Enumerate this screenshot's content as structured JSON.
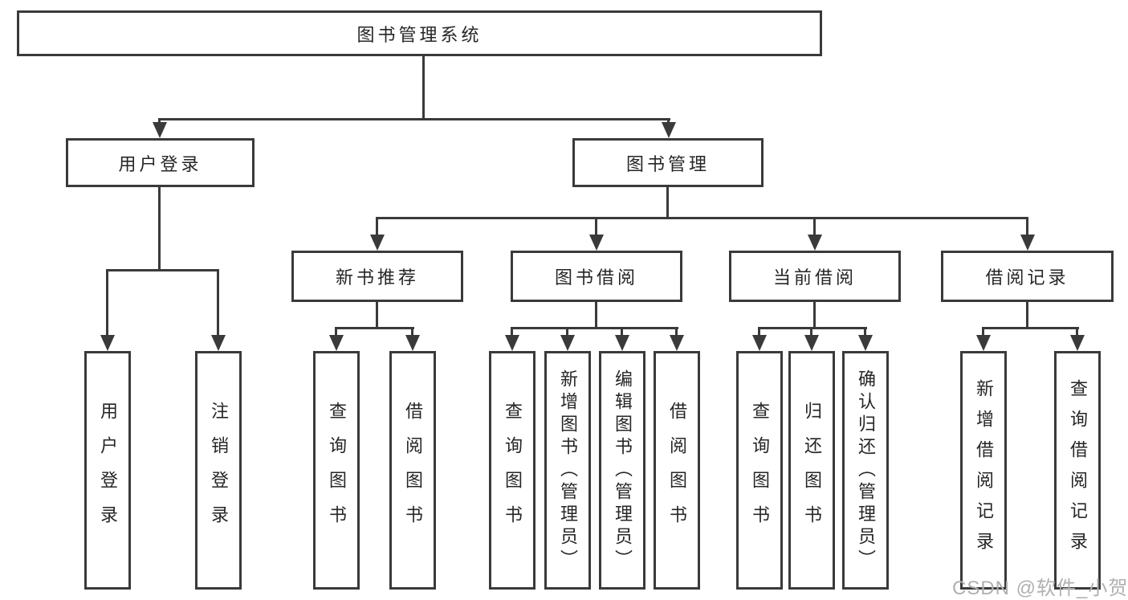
{
  "tree": {
    "root": "图书管理系统",
    "user_login": {
      "label": "用户登录",
      "leaves": [
        "用户登录",
        "注销登录"
      ]
    },
    "book_mgmt": {
      "label": "图书管理",
      "groups": [
        {
          "label": "新书推荐",
          "leaves": [
            "查询图书",
            "借阅图书"
          ]
        },
        {
          "label": "图书借阅",
          "leaves": [
            "查询图书",
            "新增图书（管理员）",
            "编辑图书（管理员）",
            "借阅图书"
          ]
        },
        {
          "label": "当前借阅",
          "leaves": [
            "查询图书",
            "归还图书",
            "确认归还（管理员）"
          ]
        },
        {
          "label": "借阅记录",
          "leaves": [
            "新增借阅记录",
            "查询借阅记录"
          ]
        }
      ]
    }
  },
  "watermark": "CSDN @软件_小贺同学",
  "colors": {
    "line": "#3a3a3a",
    "text": "#262626",
    "background": "#ffffff",
    "watermark": "#b0b0b0"
  }
}
